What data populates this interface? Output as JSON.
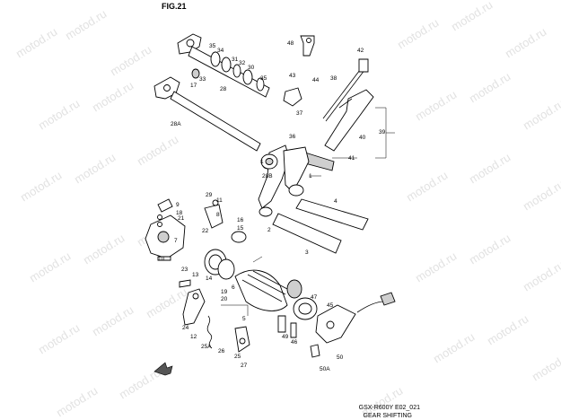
{
  "figure": {
    "title": "FIG.21"
  },
  "caption": {
    "model": "GSX-R600Y E02_021",
    "name": "GEAR SHIFTING"
  },
  "watermark": {
    "text": "motod.ru"
  },
  "colors": {
    "line": "#000000",
    "watermark": "#e2e2e2",
    "background": "#ffffff"
  },
  "callouts": [
    {
      "id": "c35",
      "label": "35"
    },
    {
      "id": "c34",
      "label": "34"
    },
    {
      "id": "c31",
      "label": "31"
    },
    {
      "id": "c32",
      "label": "32"
    },
    {
      "id": "c30",
      "label": "30"
    },
    {
      "id": "c33",
      "label": "33"
    },
    {
      "id": "c28",
      "label": "28"
    },
    {
      "id": "c17",
      "label": "17"
    },
    {
      "id": "c35b",
      "label": "35"
    },
    {
      "id": "c28A",
      "label": "28A"
    },
    {
      "id": "c48",
      "label": "48"
    },
    {
      "id": "c42",
      "label": "42"
    },
    {
      "id": "c43",
      "label": "43"
    },
    {
      "id": "c44",
      "label": "44"
    },
    {
      "id": "c38",
      "label": "38"
    },
    {
      "id": "c37",
      "label": "37"
    },
    {
      "id": "c36",
      "label": "36"
    },
    {
      "id": "c40",
      "label": "40"
    },
    {
      "id": "c39",
      "label": "39"
    },
    {
      "id": "c41",
      "label": "41"
    },
    {
      "id": "c28B",
      "label": "28B"
    },
    {
      "id": "c1a",
      "label": "1"
    },
    {
      "id": "c1b",
      "label": "1"
    },
    {
      "id": "c2",
      "label": "2"
    },
    {
      "id": "c4",
      "label": "4"
    },
    {
      "id": "c3",
      "label": "3"
    },
    {
      "id": "c9",
      "label": "9"
    },
    {
      "id": "c18",
      "label": "18"
    },
    {
      "id": "c21",
      "label": "21"
    },
    {
      "id": "c29",
      "label": "29"
    },
    {
      "id": "c11",
      "label": "11"
    },
    {
      "id": "c8",
      "label": "8"
    },
    {
      "id": "c22",
      "label": "22"
    },
    {
      "id": "c16",
      "label": "16"
    },
    {
      "id": "c15",
      "label": "15"
    },
    {
      "id": "c7",
      "label": "7"
    },
    {
      "id": "c10",
      "label": "10"
    },
    {
      "id": "c23",
      "label": "23"
    },
    {
      "id": "c13",
      "label": "13"
    },
    {
      "id": "c14",
      "label": "14"
    },
    {
      "id": "c6",
      "label": "6"
    },
    {
      "id": "c19",
      "label": "19"
    },
    {
      "id": "c20",
      "label": "20"
    },
    {
      "id": "c5",
      "label": "5"
    },
    {
      "id": "c12",
      "label": "12"
    },
    {
      "id": "c24",
      "label": "24"
    },
    {
      "id": "c25A",
      "label": "25A"
    },
    {
      "id": "c26",
      "label": "26"
    },
    {
      "id": "c25",
      "label": "25"
    },
    {
      "id": "c27",
      "label": "27"
    },
    {
      "id": "c47",
      "label": "47"
    },
    {
      "id": "c45",
      "label": "45"
    },
    {
      "id": "c49",
      "label": "49"
    },
    {
      "id": "c46",
      "label": "46"
    },
    {
      "id": "c50",
      "label": "50"
    },
    {
      "id": "c50A",
      "label": "50A"
    }
  ]
}
